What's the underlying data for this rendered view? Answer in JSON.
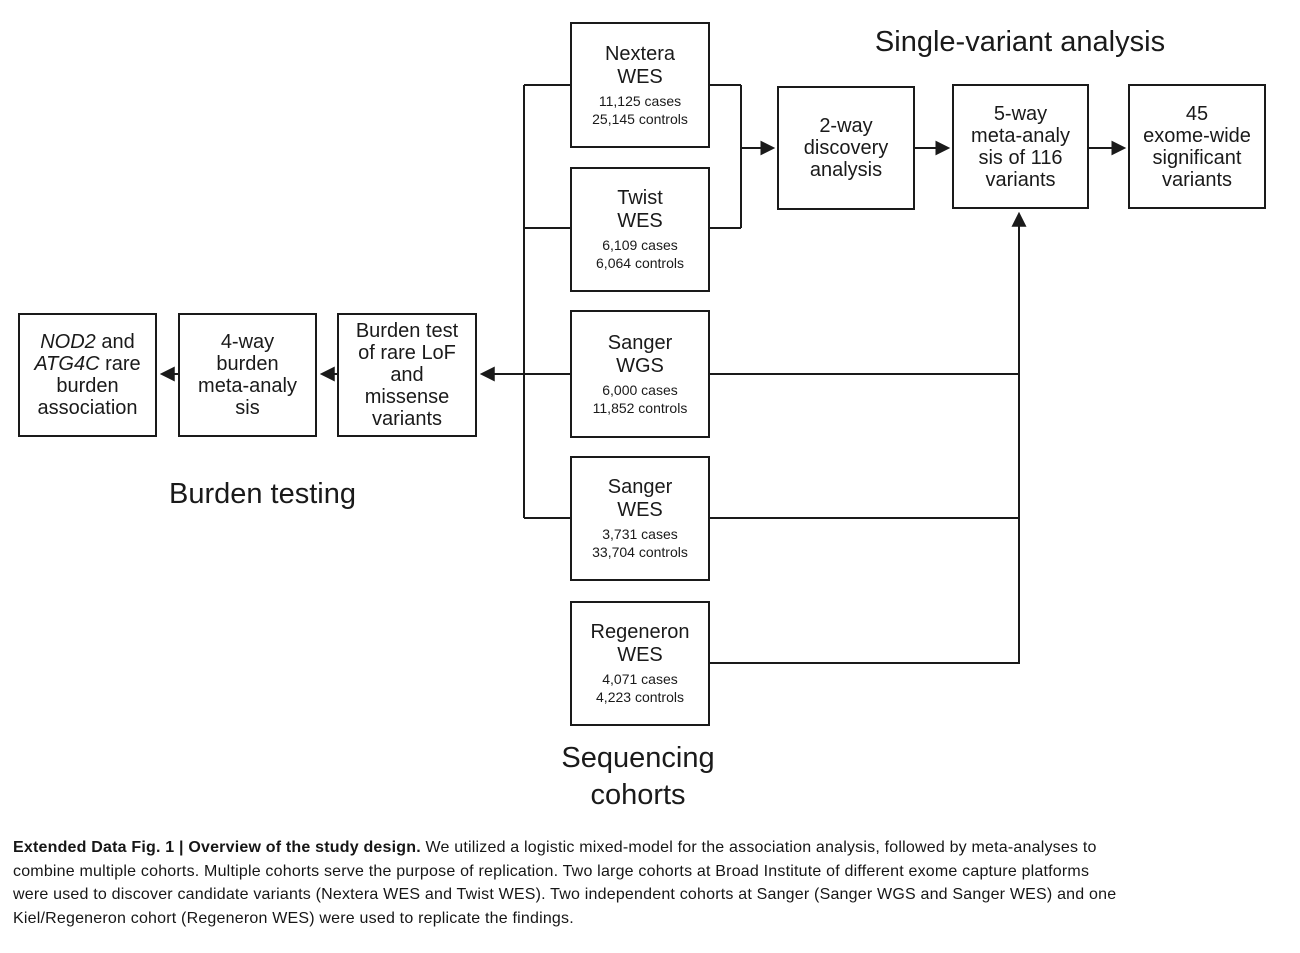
{
  "headings": {
    "single_variant": "Single-variant analysis",
    "burden_testing": "Burden testing",
    "sequencing_line1": "Sequencing",
    "sequencing_line2": "cohorts"
  },
  "cohorts": [
    {
      "title1": "Nextera",
      "title2": "WES",
      "cases": "11,125 cases",
      "controls": "25,145 controls"
    },
    {
      "title1": "Twist",
      "title2": "WES",
      "cases": "6,109 cases",
      "controls": "6,064 controls"
    },
    {
      "title1": "Sanger",
      "title2": "WGS",
      "cases": "6,000 cases",
      "controls": "11,852 controls"
    },
    {
      "title1": "Sanger",
      "title2": "WES",
      "cases": "3,731 cases",
      "controls": "33,704 controls"
    },
    {
      "title1": "Regeneron",
      "title2": "WES",
      "cases": "4,071 cases",
      "controls": "4,223 controls"
    }
  ],
  "sv": {
    "discovery": {
      "l1": "2-way",
      "l2": "discovery",
      "l3": "analysis"
    },
    "meta": {
      "l1": "5-way",
      "l2": "meta-analy",
      "l3": "sis of 116",
      "l4": "variants"
    },
    "result": {
      "l1": "45",
      "l2": "exome-wide",
      "l3": "significant",
      "l4": "variants"
    }
  },
  "burden": {
    "assoc": {
      "gene1": "NOD2",
      "rest1": " and",
      "gene2": "ATG4C",
      "rest2": " rare",
      "l3": "burden",
      "l4": "association"
    },
    "meta": {
      "l1": "4-way",
      "l2": "burden",
      "l3": "meta-analy",
      "l4": "sis"
    },
    "test": {
      "l1": "Burden test",
      "l2": "of rare LoF",
      "l3": "and",
      "l4": "missense",
      "l5": "variants"
    }
  },
  "caption": {
    "bold": "Extended Data Fig. 1 | Overview of the study design.",
    "line1_rest": " We utilized a logistic mixed-model for the association analysis, followed by meta-analyses to",
    "line2": "combine multiple cohorts. Multiple cohorts serve the purpose of replication. Two large cohorts at Broad Institute of different exome capture platforms",
    "line3": "were used to discover candidate variants (Nextera WES and Twist WES). Two independent cohorts at Sanger (Sanger WGS and Sanger WES) and one",
    "line4": "Kiel/Regeneron cohort (Regeneron WES) were used to replicate the findings."
  },
  "colors": {
    "ink": "#1a1a1a",
    "background": "#ffffff"
  }
}
